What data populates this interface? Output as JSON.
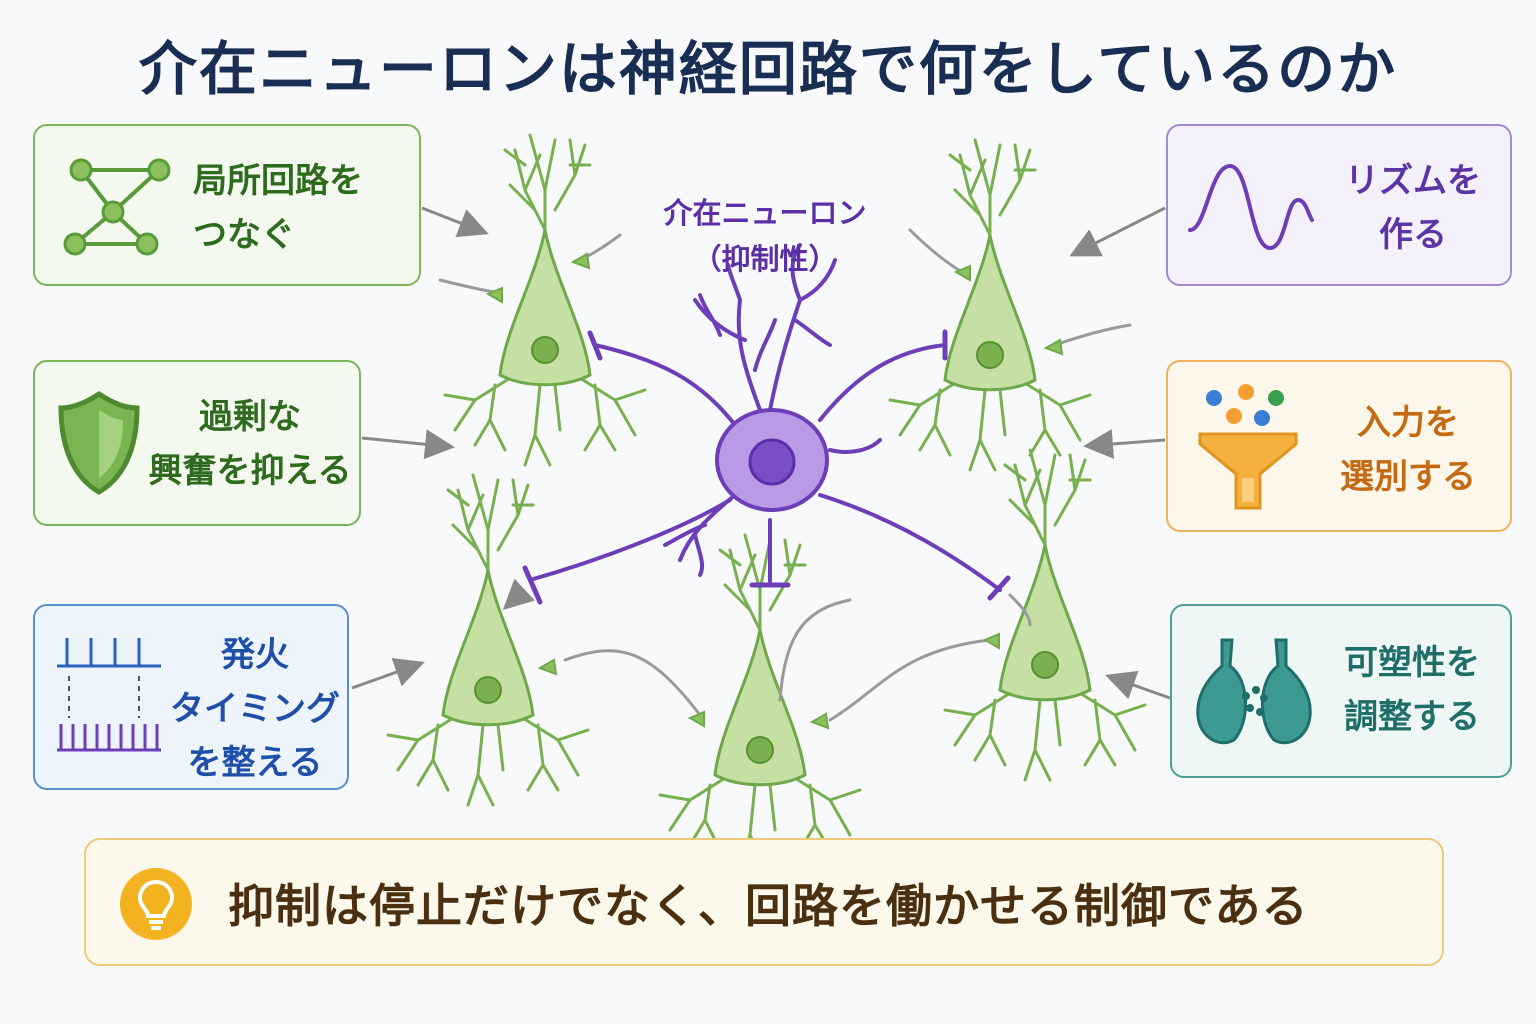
{
  "title": "介在ニューロンは神経回路で何をしているのか",
  "center_label": {
    "line1": "介在ニューロン",
    "line2": "（抑制性）"
  },
  "cards": {
    "local_circuit": {
      "line1": "局所回路を",
      "line2": "つなぐ",
      "icon": "network-nodes-icon"
    },
    "suppress": {
      "line1": "過剰な",
      "line2": "興奮を抑える",
      "icon": "shield-icon"
    },
    "timing": {
      "line1": "発火",
      "line2": "タイミング",
      "line3": "を整える",
      "icon": "spike-train-icon"
    },
    "rhythm": {
      "line1": "リズムを",
      "line2": "作る",
      "icon": "wave-icon"
    },
    "input": {
      "line1": "入力を",
      "line2": "選別する",
      "icon": "funnel-icon"
    },
    "plasticity": {
      "line1": "可塑性を",
      "line2": "調整する",
      "icon": "synapse-icon"
    }
  },
  "bottom_message": "抑制は停止だけでなく、回路を働かせる制御である",
  "bottom_icon": "lightbulb-icon",
  "colors": {
    "title": "#1a2d52",
    "green": "#2f6b1f",
    "blue": "#1f4fa8",
    "purple": "#5b35a6",
    "orange": "#c46a12",
    "teal": "#1f6e68",
    "neuron_fill": "#c6e0a4",
    "neuron_stroke": "#6fa84a",
    "interneuron_fill": "#b99ae6",
    "interneuron_stroke": "#6c3fb8"
  }
}
